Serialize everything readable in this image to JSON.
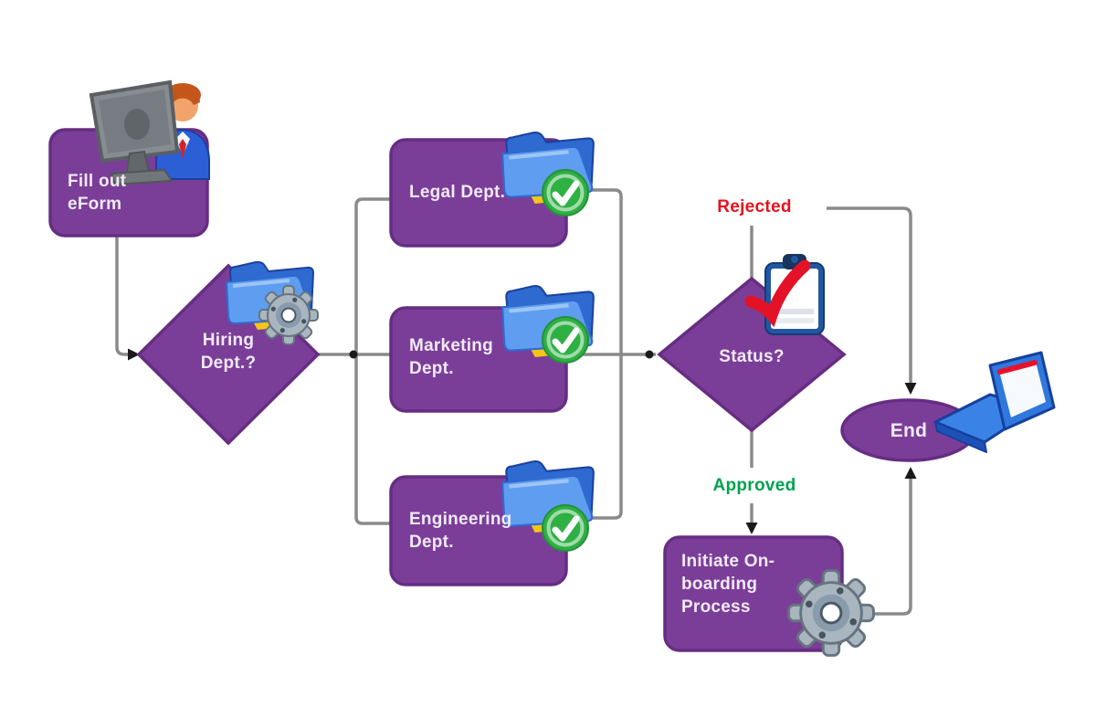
{
  "diagram": {
    "type": "flowchart",
    "nodes": {
      "eform": {
        "label": "Fill out eForm",
        "shape": "process",
        "icon": "person-computer-icon"
      },
      "hiring": {
        "label": "Hiring Dept.?",
        "shape": "decision",
        "icon": "folder-gear-icon"
      },
      "legal": {
        "label": "Legal Dept.",
        "shape": "process",
        "icon": "folder-check-icon"
      },
      "marketing": {
        "label": "Marketing Dept.",
        "shape": "process",
        "icon": "folder-check-icon"
      },
      "engineering": {
        "label": "Engineering Dept.",
        "shape": "process",
        "icon": "folder-check-icon"
      },
      "status": {
        "label": "Status?",
        "shape": "decision",
        "icon": "clipboard-check-icon"
      },
      "onboarding": {
        "label": "Initiate On-boarding Process",
        "shape": "process",
        "icon": "gear-icon"
      },
      "end": {
        "label": "End",
        "shape": "terminator",
        "icon": "laptop-icon"
      }
    },
    "edges": {
      "rejected": {
        "label": "Rejected",
        "color": "#e8111c"
      },
      "approved": {
        "label": "Approved",
        "color": "#00a24d"
      }
    },
    "colors": {
      "node_fill": "#7b3e98",
      "node_border": "#662d83",
      "node_text": "#f1eaf8",
      "connector": "#8a8a8a",
      "arrowhead": "#1a1a1a",
      "check_green": "#2fb043",
      "folder_blue": "#3b7de4",
      "clipboard_navy": "#2157a3",
      "check_red": "#e31227"
    }
  }
}
